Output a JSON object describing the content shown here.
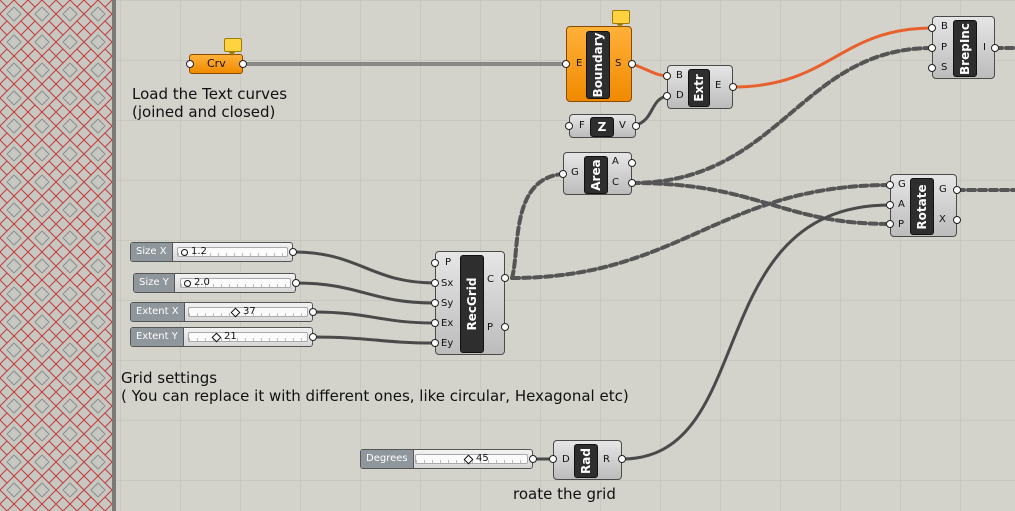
{
  "components": {
    "crv": {
      "label": "Crv"
    },
    "boundary": {
      "label": "Boundary",
      "in": [
        "E"
      ],
      "out": [
        "S"
      ]
    },
    "extr": {
      "label": "Extr",
      "in": [
        "B",
        "D"
      ],
      "out": [
        "E"
      ]
    },
    "unitz": {
      "label": "Z",
      "in": [
        "F"
      ],
      "out": [
        "V"
      ]
    },
    "brepinc": {
      "label": "BrepInc",
      "in": [
        "B",
        "P",
        "S"
      ],
      "out": [
        "I"
      ]
    },
    "area": {
      "label": "Area",
      "in": [
        "G"
      ],
      "out": [
        "A",
        "C"
      ]
    },
    "rotate": {
      "label": "Rotate",
      "in": [
        "G",
        "A",
        "P"
      ],
      "out": [
        "G",
        "X"
      ]
    },
    "recgrid": {
      "label": "RecGrid",
      "in": [
        "P",
        "Sx",
        "Sy",
        "Ex",
        "Ey"
      ],
      "out": [
        "C",
        "P"
      ]
    },
    "rad": {
      "label": "Rad",
      "in": [
        "D"
      ],
      "out": [
        "R"
      ]
    }
  },
  "sliders": [
    {
      "name": "Size X",
      "value": "1.2"
    },
    {
      "name": "Size Y",
      "value": "2.0"
    },
    {
      "name": "Extent X",
      "value": "37"
    },
    {
      "name": "Extent Y",
      "value": "21"
    },
    {
      "name": "Degrees",
      "value": "45"
    }
  ],
  "notes": {
    "load_line1": "Load the Text curves",
    "load_line2": "(joined and closed)",
    "grid_line1": "Grid settings",
    "grid_line2": "( You can replace it with different ones, like circular, Hexagonal etc)",
    "rotate": "roate the grid"
  },
  "colors": {
    "wire_selected": "#e8602c",
    "component_selected": "#f39200",
    "wire": "#4a4a4a"
  }
}
